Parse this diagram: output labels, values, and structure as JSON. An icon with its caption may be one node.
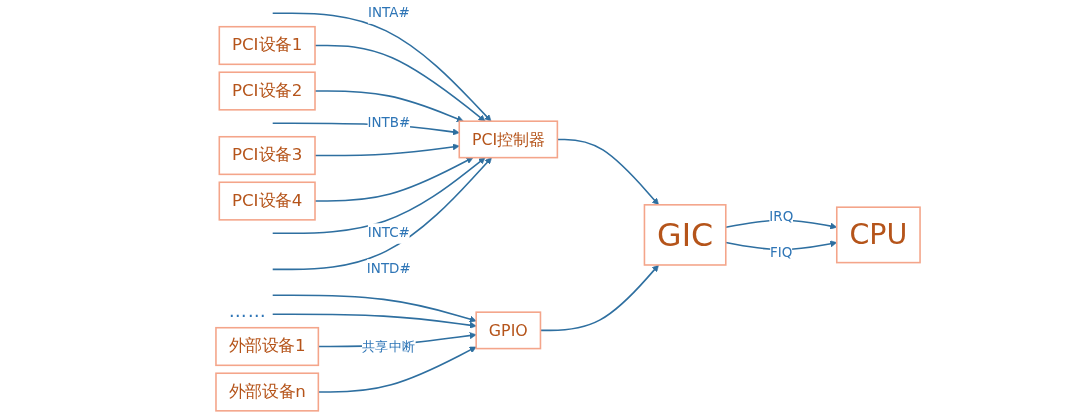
{
  "diagram": {
    "nodes": [
      {
        "text": [
          "PCI设备1"
        ]
      },
      {
        "text": [
          "PCI设备2"
        ]
      },
      {
        "text": [
          "PCI设备3"
        ]
      },
      {
        "text": [
          "PCI设备4"
        ]
      },
      {
        "text": [
          "PCI控制器"
        ]
      },
      {
        "text": [
          "GPIO"
        ]
      },
      {
        "text": [
          "外部设备1"
        ]
      },
      {
        "text": [
          "外部设备n"
        ]
      },
      {
        "text": [
          "GIC"
        ]
      },
      {
        "text": [
          "CPU"
        ]
      }
    ],
    "edges": [
      {
        "from": null,
        "to": 4,
        "arrow": "to",
        "label": "INTA#"
      },
      {
        "from": 0,
        "to": 4,
        "arrow": "to"
      },
      {
        "from": 1,
        "to": 4,
        "arrow": "to"
      },
      {
        "from": null,
        "to": 4,
        "arrow": "to",
        "label": "INTB#"
      },
      {
        "from": 2,
        "to": 4,
        "arrow": "to"
      },
      {
        "from": 3,
        "to": 4,
        "arrow": "to"
      },
      {
        "from": null,
        "to": 4,
        "arrow": "to",
        "label": "INTC#"
      },
      {
        "from": null,
        "to": 4,
        "arrow": "to",
        "label": "INTD#"
      },
      {
        "from": null,
        "to": 5,
        "arrow": "to"
      },
      {
        "from": null,
        "to": 5,
        "arrow": "to"
      },
      {
        "from": 6,
        "to": 5,
        "arrow": "to",
        "label": "共享中断"
      },
      {
        "from": 7,
        "to": 5,
        "arrow": "to"
      },
      {
        "from": 4,
        "to": 8,
        "arrow": "to"
      },
      {
        "from": 5,
        "to": 8,
        "arrow": "to"
      },
      {
        "from": 8,
        "to": 9,
        "arrow": "to",
        "label": "IRQ"
      },
      {
        "from": 8,
        "to": 9,
        "arrow": "to",
        "label": "FIQ"
      }
    ],
    "labels": [
      "……"
    ]
  }
}
